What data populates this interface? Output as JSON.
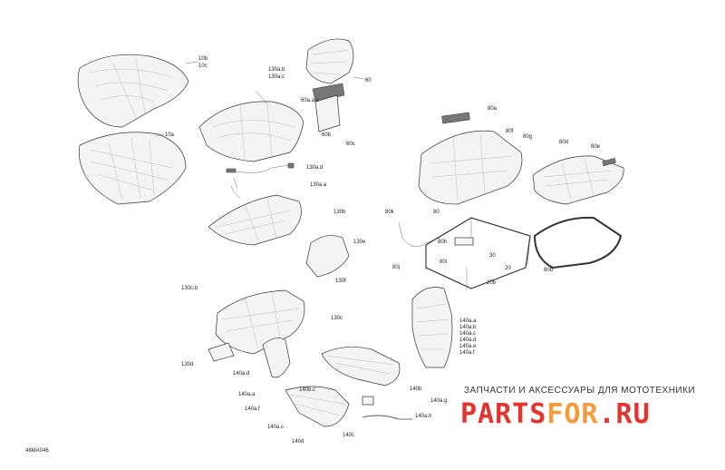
{
  "diagram": {
    "code": "48MA046",
    "labels": {
      "l_10b": "10b",
      "l_10c": "10c",
      "l_10a": "10a",
      "l_130ab": "130a.b",
      "l_130ac": "130a.c",
      "l_130ad": "130a.d",
      "l_130aa": "130a.a",
      "l_130b": "130b",
      "l_130e": "130e",
      "l_130f": "130f",
      "l_130cb": "130c.b",
      "l_130c": "130c",
      "l_130d": "130d",
      "l_60": "60",
      "l_60aac": "60a.a.c",
      "l_60b": "60b",
      "l_60c": "60c",
      "l_80a": "80a",
      "l_80f": "80f",
      "l_80g": "80g",
      "l_80d": "80d",
      "l_80e": "80e",
      "l_80k": "80k",
      "l_80": "80",
      "l_80h": "80h",
      "l_80i": "80i",
      "l_80j": "80j",
      "l_30": "30",
      "l_20": "20",
      "l_20b": "20b",
      "l_80b": "80b",
      "l_140aa": "140a.a",
      "l_140ab": "140a.b",
      "l_140ac": "140a.c",
      "l_140ad": "140a.d",
      "l_140ae": "140a.e",
      "l_140af": "140a.f",
      "l_140ag": "140a.g",
      "l_140ah": "140a.h",
      "l_140ad2": "140a.d",
      "l_140b": "140b",
      "l_140bc": "140b.c",
      "l_140a2": "140a.a",
      "l_140af2": "140a.f",
      "l_140ac2": "140a.c",
      "l_140d": "140d",
      "l_140c": "140c"
    }
  },
  "watermark": {
    "tagline": "ЗАПЧАСТИ И АКСЕССУАРЫ ДЛЯ МОТОТЕХНИКИ",
    "logo_part1": "PARTS",
    "logo_part2": "FOR",
    "logo_part3": ".RU"
  }
}
